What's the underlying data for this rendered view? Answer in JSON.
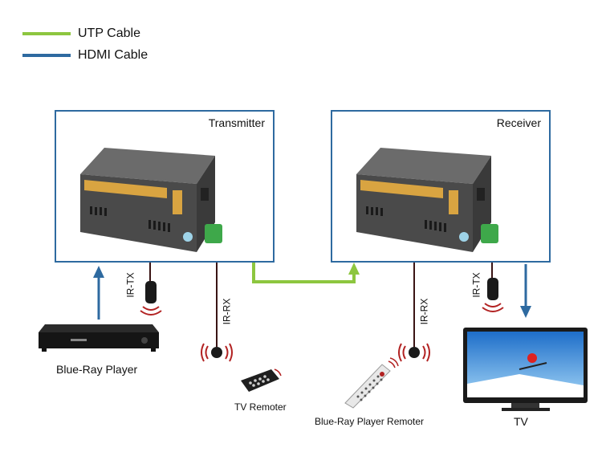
{
  "legend": {
    "utp": {
      "label": "UTP Cable",
      "color": "#8dc63f"
    },
    "hdmi": {
      "label": "HDMI Cable",
      "color": "#2e6aa0"
    }
  },
  "transmitter": {
    "title": "Transmitter"
  },
  "receiver": {
    "title": "Receiver"
  },
  "labels": {
    "ir_tx_left": "IR-TX",
    "ir_rx_left": "IR-RX",
    "ir_rx_right": "IR-RX",
    "ir_tx_right": "IR-TX"
  },
  "devices": {
    "bluray_player": "Blue-Ray Player",
    "tv_remote": "TV Remoter",
    "bluray_remote": "Blue-Ray Player Remoter",
    "tv": "TV"
  },
  "icons": [
    "extender-device-icon",
    "ir-emitter-icon",
    "ir-receiver-icon",
    "remote-control-icon",
    "tv-icon",
    "bluray-player-icon"
  ]
}
